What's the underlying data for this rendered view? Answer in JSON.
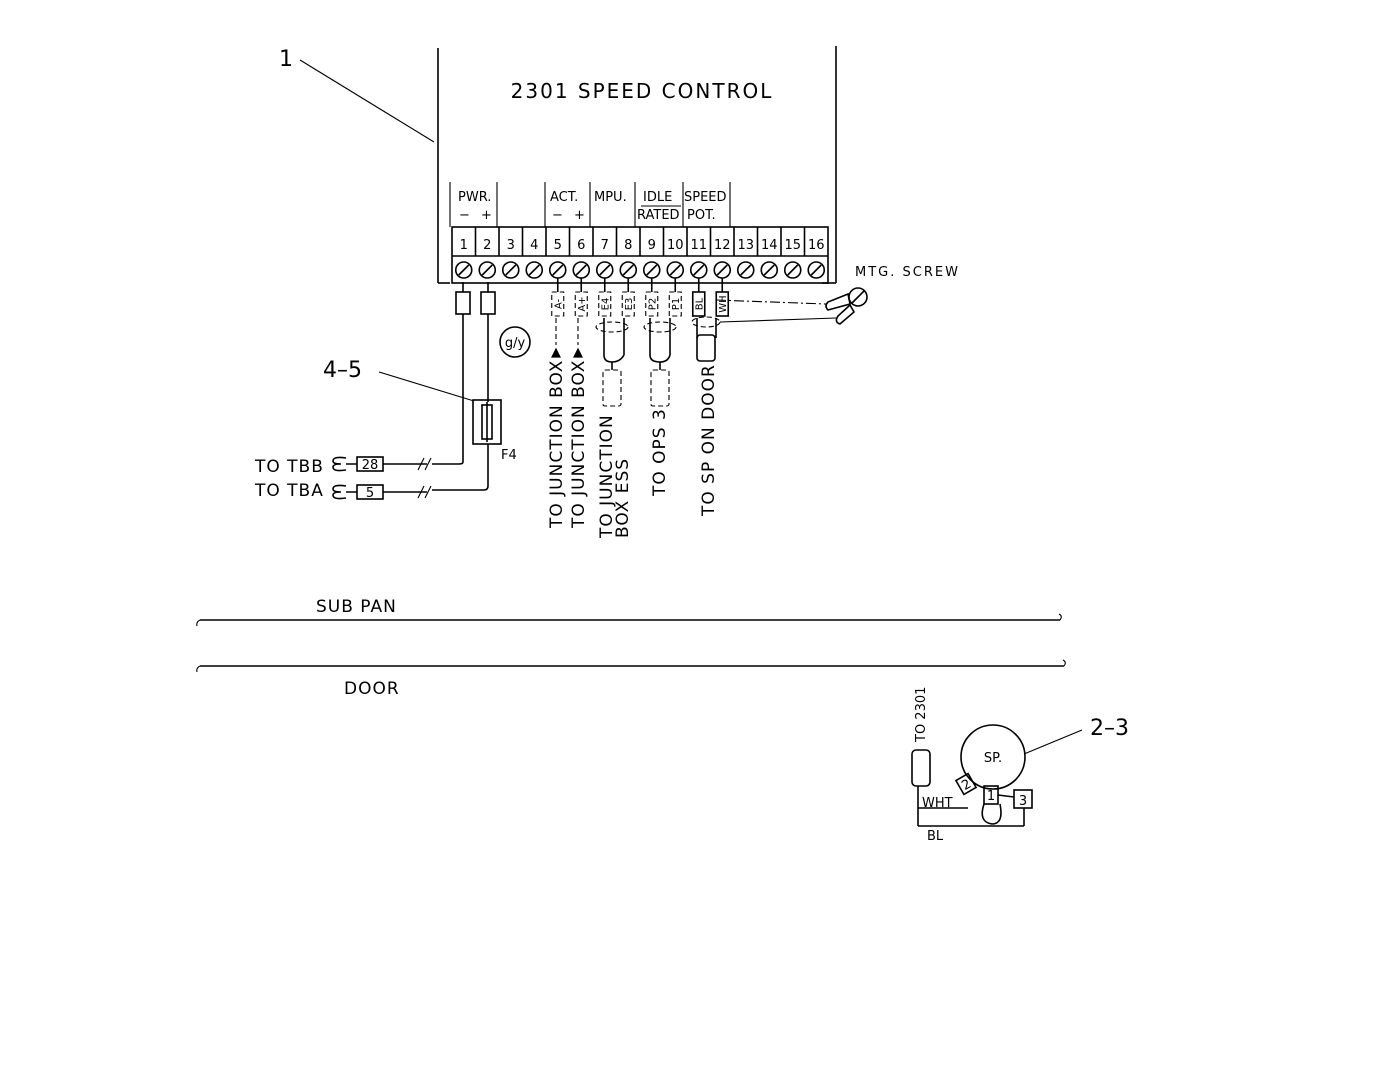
{
  "title": "2301 SPEED CONTROL",
  "callouts": {
    "control": "1",
    "fuse": "4–5",
    "speed_pot": "2–3"
  },
  "groups": {
    "pwr": "PWR.",
    "pwr_minus": "−",
    "pwr_plus": "+",
    "act": "ACT.",
    "act_minus": "−",
    "act_plus": "+",
    "mpu": "MPU.",
    "idle": "IDLE",
    "rated": "RATED",
    "speed": "SPEED",
    "pot": "POT."
  },
  "terminals": [
    "1",
    "2",
    "3",
    "4",
    "5",
    "6",
    "7",
    "8",
    "9",
    "10",
    "11",
    "12",
    "13",
    "14",
    "15",
    "16"
  ],
  "wire_markers": [
    "A-",
    "A+",
    "E4",
    "E3",
    "P2",
    "P1",
    "BL",
    "WH"
  ],
  "mtg_screw": "MTG. SCREW",
  "ground_tag": "g/y",
  "fuse_label": "F4",
  "to_tbb": "TO TBB",
  "to_tba": "TO TBA",
  "tbb_tag": "28",
  "tba_tag": "5",
  "destinations": {
    "act_minus": "TO JUNCTION BOX",
    "act_plus": "TO JUNCTION BOX",
    "mpu_line1": "TO JUNCTION",
    "mpu_line2": "BOX  ESS",
    "ops": "TO OPS 3",
    "sp": "TO SP ON DOOR"
  },
  "sub_pan": "SUB PAN",
  "door": "DOOR",
  "pot": {
    "to_2301": "TO 2301",
    "sp": "SP.",
    "wht": "WHT",
    "bl": "BL",
    "t1": "1",
    "t2": "2",
    "t3": "3"
  }
}
